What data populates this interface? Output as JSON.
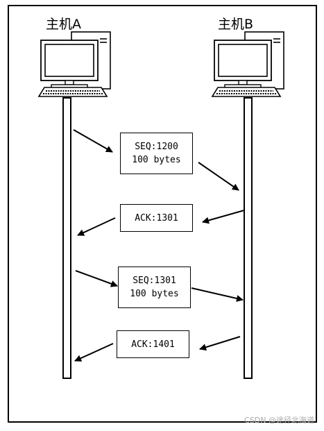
{
  "hosts": {
    "a": {
      "label": "主机A",
      "icon": "computer-icon"
    },
    "b": {
      "label": "主机B",
      "icon": "computer-icon"
    }
  },
  "messages": [
    {
      "line1": "SEQ:1200",
      "line2": "100 bytes",
      "direction": "A-to-B"
    },
    {
      "line1": "ACK:1301",
      "line2": "",
      "direction": "B-to-A"
    },
    {
      "line1": "SEQ:1301",
      "line2": "100 bytes",
      "direction": "A-to-B"
    },
    {
      "line1": "ACK:1401",
      "line2": "",
      "direction": "B-to-A"
    }
  ],
  "watermark": "CSDN @途径北海道",
  "colors": {
    "line": "#000000",
    "background": "#ffffff",
    "watermark": "#aaaaaa"
  }
}
